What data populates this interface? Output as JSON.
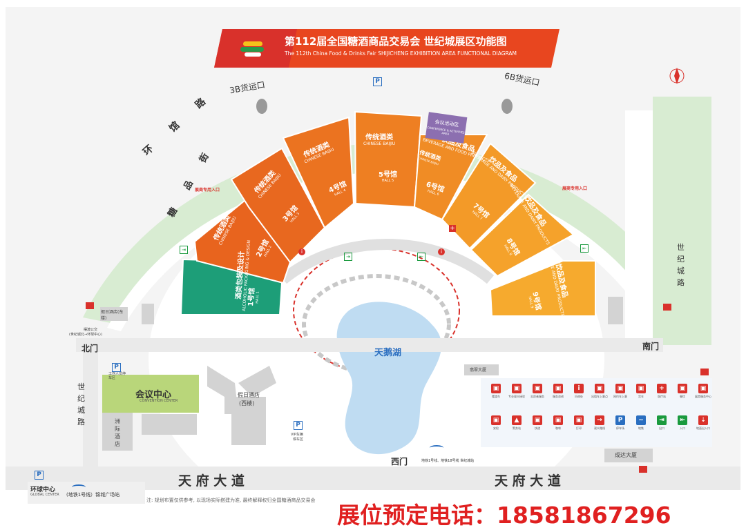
{
  "header": {
    "title_cn": "第112届全国糖酒商品交易会 世纪城展区功能图",
    "title_en": "The 112th China Food & Drinks Fair SHIJICHENG EXHIBITION AREA FUNCTIONAL DIAGRAM"
  },
  "halls": [
    {
      "id": "1",
      "cn": "1号馆",
      "en": "HALL 1",
      "cat_cn": "酒类包装及设计",
      "cat_en": "ALCOHOLIC PACKAGING & DESIGN",
      "color": "#1d9e78"
    },
    {
      "id": "2",
      "cn": "2号馆",
      "en": "HALL 2",
      "cat_cn": "传统酒类",
      "cat_en": "CHINESE BAIJIU",
      "color": "#e8641e"
    },
    {
      "id": "3",
      "cn": "3号馆",
      "en": "HALL 3",
      "cat_cn": "传统酒类",
      "cat_en": "CHINESE BAIJIU",
      "color": "#e8681f"
    },
    {
      "id": "4",
      "cn": "4号馆",
      "en": "HALL 4",
      "cat_cn": "传统酒类",
      "cat_en": "CHINESE BAIJIU",
      "color": "#eb7320"
    },
    {
      "id": "5",
      "cn": "5号馆",
      "en": "HALL 5",
      "cat_cn": "传统酒类",
      "cat_en": "CHINESE BAIJIU",
      "color": "#ee7f22"
    },
    {
      "id": "6",
      "cn": "6号馆",
      "en": "HALL 6",
      "cat_cn": "饮品及食品",
      "cat_en": "BEVERAGE AND FOOD PRODUCTS",
      "color": "#f08c25"
    },
    {
      "id": "7",
      "cn": "7号馆",
      "en": "HALL 7",
      "cat_cn": "饮品及食品",
      "cat_en": "BEVERAGE AND DAIRY PRODUCTS",
      "color": "#f39a28"
    },
    {
      "id": "8",
      "cn": "8号馆",
      "en": "HALL 8",
      "cat_cn": "饮品及食品",
      "cat_en": "BEVERAGE AND DAIRY PRODUCTS",
      "color": "#f5a22b"
    },
    {
      "id": "9",
      "cn": "9号馆",
      "en": "HALL 9",
      "cat_cn": "饮品及食品",
      "cat_en": "BEVERAGE AND DAIRY PRODUCTS",
      "color": "#f6aa2e"
    }
  ],
  "hall6_sub": {
    "cn": "传统酒类",
    "en": "CHINESE BAIJIU"
  },
  "conference_area": {
    "cn": "会议活动区",
    "en": "CONFERENCE & ACTIVITIES AREA"
  },
  "roads": {
    "ring_road": "环 馆 路",
    "tangpin_street": "糖 品 街",
    "century_city_rd_right": "世纪城路",
    "century_city_rd_left": "世纪城路",
    "tianfu_left": "天 府 大 道",
    "tianfu_right": "天 府 大 道",
    "cargo_3b": "3B货运口",
    "cargo_6b": "6B货运口"
  },
  "gates": {
    "north": "北门",
    "south": "南门",
    "west": "西门"
  },
  "places": {
    "lake": "天鹅湖",
    "convention_cn": "会议中心",
    "convention_en": "CONVENTION CENTER",
    "holiday_hotel_east": "假日酒店(东楼)",
    "holiday_hotel_west_1": "假日酒店",
    "holiday_hotel_west_2": "(西楼)",
    "intercontinental": "洲际酒店",
    "jiacui": "翡翠大厦",
    "chengda": "成达大厦",
    "staff_parking": "工作人员停车区",
    "vip_parking_1": "VIP车辆",
    "vip_parking_2": "停车区",
    "bus_1": "摆渡公交",
    "bus_2": "(世纪城北→环球中心)",
    "east_entrance": "展商专用入口",
    "west_entrance": "展商专用入口",
    "global_center_cn": "环球中心",
    "global_center_en": "GLOBAL CENTER",
    "metro_left": "(地铁1号线）锦城广场站",
    "metro_mid": "地铁1号线、地铁18号线 世纪城站"
  },
  "legend": [
    {
      "icon": "bus-icon",
      "label": "摆渡车",
      "color": "#d9312b",
      "glyph": "▣"
    },
    {
      "icon": "shuttle-icon",
      "label": "专业观众接驳",
      "color": "#d9312b",
      "glyph": "▣"
    },
    {
      "icon": "van-icon",
      "label": "志愿者服务",
      "color": "#d9312b",
      "glyph": "▣"
    },
    {
      "icon": "reception-icon",
      "label": "服务咨询",
      "color": "#d9312b",
      "glyph": "▣"
    },
    {
      "icon": "info-icon",
      "label": "问询处",
      "color": "#d9312b",
      "glyph": "i"
    },
    {
      "icon": "taxi-icon",
      "label": "出租车上客点",
      "color": "#d9312b",
      "glyph": "▣"
    },
    {
      "icon": "car-icon",
      "label": "网约车上客",
      "color": "#d9312b",
      "glyph": "▣"
    },
    {
      "icon": "truck-icon",
      "label": "货车",
      "color": "#d9312b",
      "glyph": "▣"
    },
    {
      "icon": "hospital-icon",
      "label": "医疗站",
      "color": "#d9312b",
      "glyph": "+"
    },
    {
      "icon": "food-icon",
      "label": "餐饮",
      "color": "#d9312b",
      "glyph": "▣"
    },
    {
      "icon": "shop-icon",
      "label": "展商服务中心",
      "color": "#d9312b",
      "glyph": "▣"
    },
    {
      "icon": "security-icon",
      "label": "安检",
      "color": "#d9312b",
      "glyph": "▣"
    },
    {
      "icon": "police-icon",
      "label": "警务站",
      "color": "#d9312b",
      "glyph": "▲"
    },
    {
      "icon": "express-icon",
      "label": "快递",
      "color": "#d9312b",
      "glyph": "▣"
    },
    {
      "icon": "cafe-icon",
      "label": "咖啡",
      "color": "#d9312b",
      "glyph": "▣"
    },
    {
      "icon": "print-icon",
      "label": "打印",
      "color": "#d9312b",
      "glyph": "▣"
    },
    {
      "icon": "route-icon",
      "label": "观众路线",
      "color": "#d9312b",
      "glyph": "→"
    },
    {
      "icon": "parking-icon",
      "label": "停车场",
      "color": "#2a6ec0",
      "glyph": "P"
    },
    {
      "icon": "metro-icon",
      "label": "地铁",
      "color": "#2a6ec0",
      "glyph": "~"
    },
    {
      "icon": "exit-icon",
      "label": "出口",
      "color": "#1a9a3e",
      "glyph": "⇥"
    },
    {
      "icon": "entrance-icon",
      "label": "入口",
      "color": "#1a9a3e",
      "glyph": "⇤"
    },
    {
      "icon": "ground-entrance-icon",
      "label": "地面出入口",
      "color": "#d9312b",
      "glyph": "⇣"
    }
  ],
  "footer_note": "注: 规划布置仅供参考, 以现场实际搭建为准, 最终解释权归全国糖酒商品交易会",
  "booking": "展位预定电话：18581867296",
  "colors": {
    "accent_red": "#d9312b",
    "park_green": "#d8ecd2",
    "lake_blue": "#bfdcf2",
    "road_grey": "#e8e8e8"
  }
}
